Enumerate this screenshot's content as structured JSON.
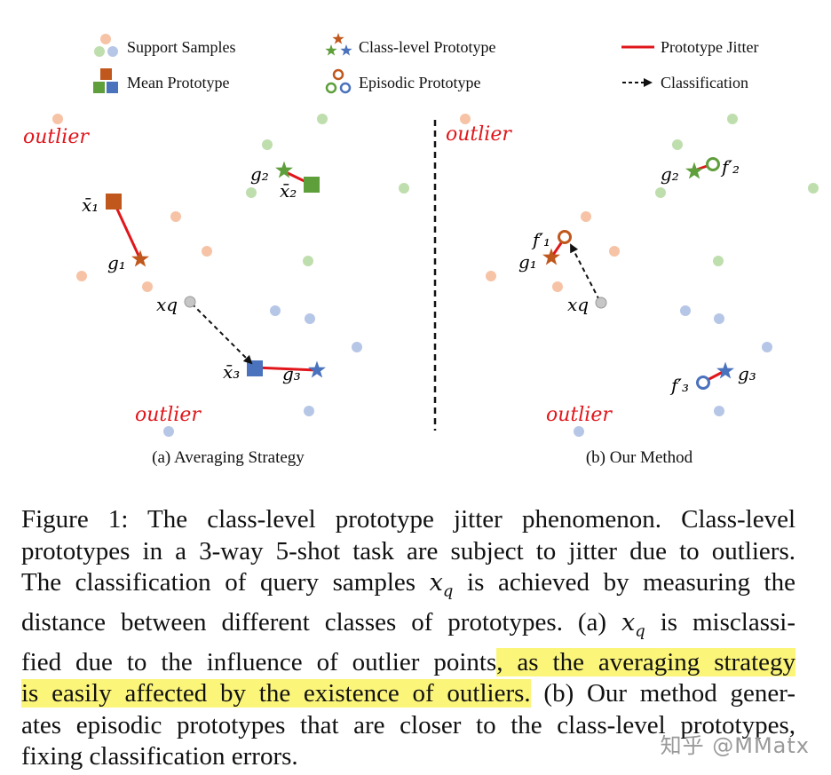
{
  "legend": {
    "support_samples": "Support Samples",
    "mean_prototype": "Mean Prototype",
    "class_prototype": "Class-level Prototype",
    "episodic_prototype": "Episodic Prototype",
    "prototype_jitter": "Prototype Jitter",
    "classification": "Classification"
  },
  "colors": {
    "orange": "#c0571c",
    "green": "#5e9e3b",
    "blue": "#4a72bd",
    "light_orange": "#f6c3a6",
    "light_green": "#bfdeae",
    "light_blue": "#b6c6e6",
    "jitter": "#e0161b",
    "outlier_text": "#e0161b",
    "highlight": "#fbf57a"
  },
  "panel_a": {
    "caption": "(a) Averaging Strategy",
    "outlier_label": "outlier",
    "labels": {
      "xbar1": "x̄₁",
      "xbar2": "x̄₂",
      "xbar3": "x̄₃",
      "g1": "g₁",
      "g2": "g₂",
      "g3": "g₃",
      "xq": "xq"
    }
  },
  "panel_b": {
    "caption": "(b) Our Method",
    "outlier_label": "outlier",
    "labels": {
      "f1": "f′₁",
      "f2": "f′₂",
      "f3": "f′₃",
      "g1": "g₁",
      "g2": "g₂",
      "g3": "g₃",
      "xq": "xq"
    }
  },
  "caption": {
    "l1": "Figure 1:  The class-level prototype jitter phenomenon.  Class-level",
    "l2": "prototypes in a 3-way 5-shot task are subject to jitter due to outliers.",
    "l3a": "The classification of query samples ",
    "l3b": " is achieved by measuring the",
    "l4a": "distance between different classes of prototypes. (a) ",
    "l4b": " is misclassi-",
    "l5a": "fied due to the influence of outlier points",
    "l5b": ", as the averaging strategy",
    "l6a": "is easily affected by the existence of outliers.",
    "l6b": " (b) Our method gener-",
    "l7": "ates episodic prototypes that are closer to the class-level prototypes,",
    "l8": "fixing classification errors.",
    "math_x": "x",
    "math_q": "q"
  },
  "watermark": "知乎 @MMatx"
}
